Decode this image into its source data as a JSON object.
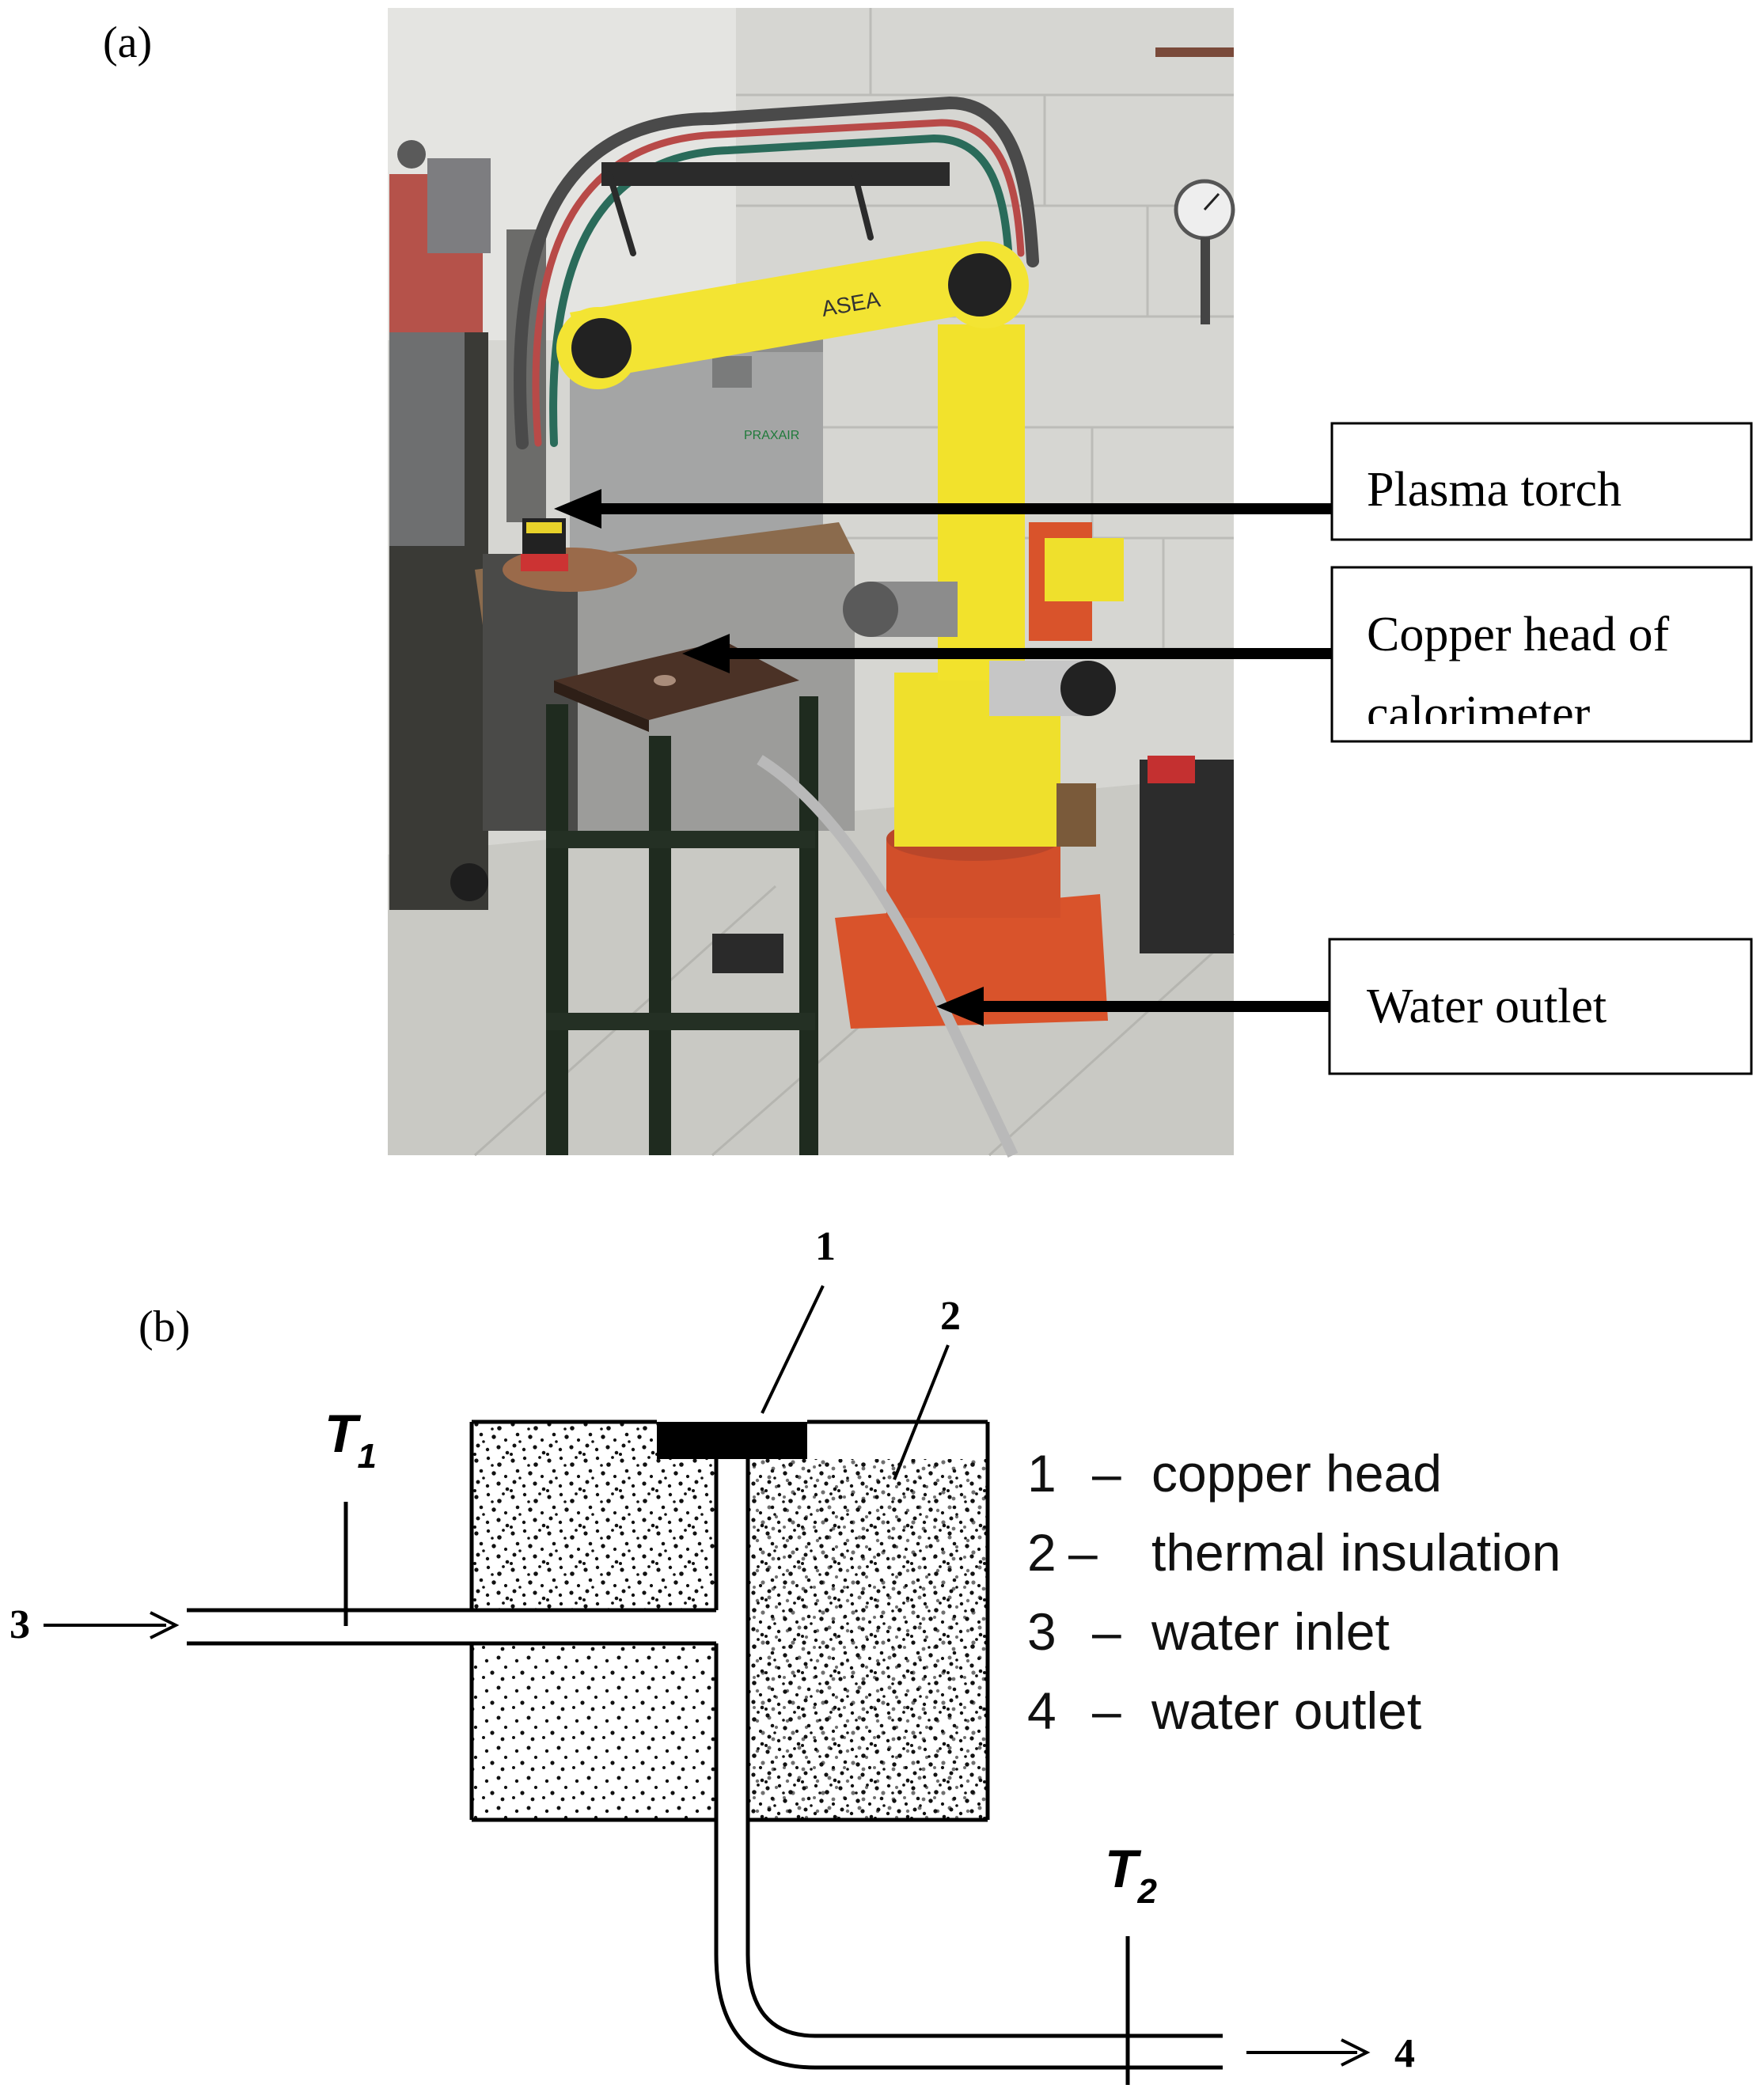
{
  "panel_a": {
    "label": "(a)",
    "callouts": {
      "plasma_torch": "Plasma torch",
      "copper_head_line1": "Copper head of",
      "copper_head_line2": "calorimeter",
      "water_outlet": "Water outlet"
    },
    "photo": {
      "colors": {
        "wall": "#d9d9d6",
        "floor": "#c8c8c3",
        "robot_yellow": "#f2e22c",
        "robot_base": "#d9532b",
        "stand": "#1f2b1f",
        "cabinet": "#9a9a98",
        "plate": "#4a3226",
        "table": "#8a6b4e"
      }
    }
  },
  "panel_b": {
    "label": "(b)",
    "numbers": {
      "n1": "1",
      "n2": "2",
      "n3": "3",
      "n4": "4"
    },
    "sensors": {
      "t1": "T",
      "t1_sub": "1",
      "t2": "T",
      "t2_sub": "2"
    },
    "legend": [
      {
        "num": "1",
        "dash": "–",
        "text": "copper head"
      },
      {
        "num": "2",
        "dash": "–",
        "text": "thermal insulation"
      },
      {
        "num": "3",
        "dash": "–",
        "text": "water inlet"
      },
      {
        "num": "4",
        "dash": "–",
        "text": "water outlet"
      }
    ]
  }
}
